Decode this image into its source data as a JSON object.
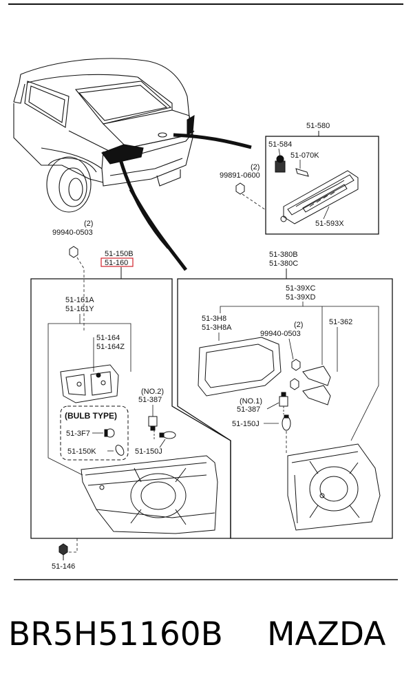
{
  "labels": {
    "assembly_high_mount": "51-580",
    "bulb_high_mount": "51-584",
    "socket_high_mount": "51-070K",
    "screw_high_mount_qty": "(2)",
    "screw_high_mount": "99891-0600",
    "lens_high_mount": "51-593X",
    "nut_left_qty": "(2)",
    "nut_left": "99940-0503",
    "lamp_left_b": "51-150B",
    "lamp_left": "51-160",
    "gasket_left_a": "51-161A",
    "gasket_left_y": "51-161Y",
    "cover_left": "51-164",
    "cover_left_z": "51-164Z",
    "bulb_type_heading": "(BULB TYPE)",
    "socket_no2_note": "(NO.2)",
    "socket_no2": "51-387",
    "bulb_3f7": "51-3F7",
    "bulb_150k": "51-150K",
    "bulb_150j_left": "51-150J",
    "clip_bottom": "51-146",
    "lamp_right_b": "51-380B",
    "lamp_right_c": "51-380C",
    "gasket_right": "51-3H8",
    "gasket_right_a": "51-3H8A",
    "bracket_xc": "51-39XC",
    "bracket_xd": "51-39XD",
    "nut_right_qty": "(2)",
    "nut_right": "99940-0503",
    "bracket_362": "51-362",
    "socket_no1_note": "(NO.1)",
    "socket_no1": "51-387",
    "bulb_150j_right": "51-150J"
  },
  "footer": {
    "part_number": "BR5H51160B",
    "brand": "MAZDA"
  },
  "colors": {
    "line": "#111111",
    "highlight_box": "#d0202a",
    "background": "#ffffff"
  }
}
